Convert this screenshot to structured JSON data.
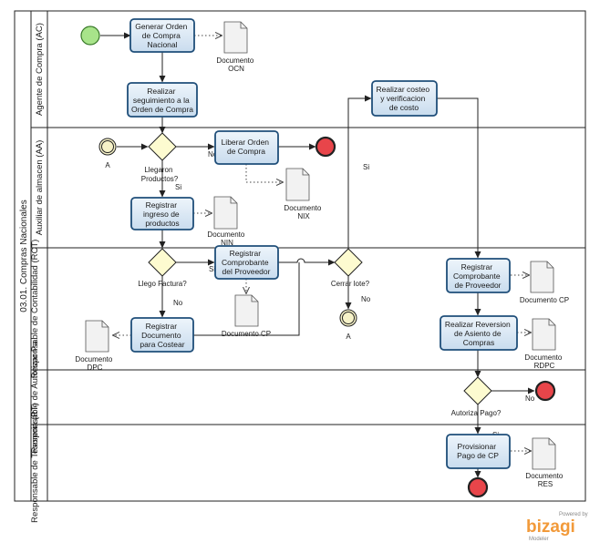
{
  "pool": {
    "label": "03.01. Compras Nacionales"
  },
  "lanes": [
    {
      "label": "Agente de Compra (AC)"
    },
    {
      "label": "Auxiliar de almacen (AA)"
    },
    {
      "label": "Responsable de Contabilidad (RCT)"
    },
    {
      "label": "Responsable de  Autorizar Pa"
    },
    {
      "label": "Responsable de Tesoreria (RT)"
    }
  ],
  "tasks": {
    "generar": [
      "Generar Orden",
      "de Compra",
      "Nacional"
    ],
    "seguimiento": [
      "Realizar",
      "seguimiento a la",
      "Orden de Compra"
    ],
    "costeo": [
      "Realizar costeo",
      "y verificacion",
      "de costo"
    ],
    "liberar": [
      "Liberar Orden",
      "de Compra"
    ],
    "ingreso": [
      "Registrar",
      "ingreso de",
      "productos"
    ],
    "comprobante_aa": [
      "Registrar",
      "Comprobante",
      "del Proveedor"
    ],
    "comprobante_rct": [
      "Registrar",
      "Comprobante",
      "de Proveedor"
    ],
    "documento_costear": [
      "Registrar",
      "Documento",
      "para Costear"
    ],
    "reversion": [
      "Realizar Reversion",
      "de Asiento de",
      "Compras"
    ],
    "provisionar": [
      "Provisionar",
      "Pago de CP"
    ]
  },
  "documents": {
    "ocn": [
      "Documento",
      "OCN"
    ],
    "nix": [
      "Documento",
      "NIX"
    ],
    "nin": [
      "Documento",
      "NIN"
    ],
    "cp_aa": [
      "Documento CP"
    ],
    "cp_rct": [
      "Documento CP"
    ],
    "dpc": [
      "Documento",
      "DPC"
    ],
    "rdpc": [
      "Documento",
      "RDPC"
    ],
    "res": [
      "Documento",
      "RES"
    ]
  },
  "gateways": {
    "llegaron": [
      "Llegaron",
      "Productos?"
    ],
    "factura": [
      "Llego Factura?"
    ],
    "cerrar": [
      "Cerrar lote?"
    ],
    "autoriza": [
      "Autoriza Pago?"
    ]
  },
  "labels": {
    "no": "No",
    "si": "Si",
    "link_a": "A"
  },
  "branding": {
    "powered": "Powered by",
    "name": "bizagi",
    "sub": "Modeler"
  },
  "colors": {
    "start": "#9be07a",
    "end": "#e8454a",
    "task_fill": "#d8e6f3",
    "task_stroke": "#1f4e79",
    "brand": "#f29a3a"
  }
}
